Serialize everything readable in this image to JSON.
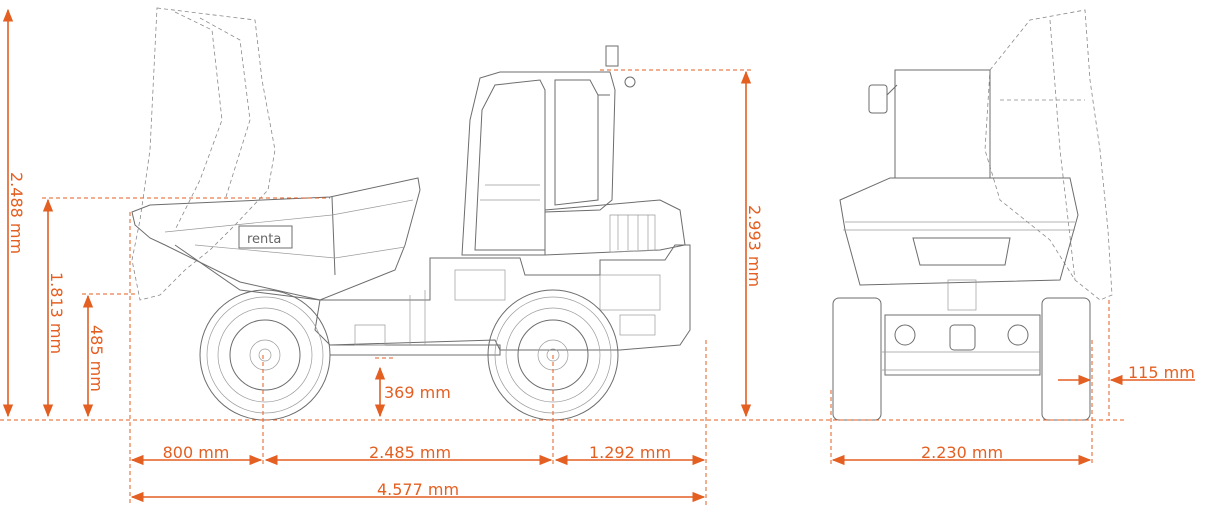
{
  "brand_logo": "renta",
  "dimensions": {
    "height_raised_bucket": "2.488 mm",
    "height_bucket_top": "1.813 mm",
    "dump_height": "485 mm",
    "ground_clearance": "369 mm",
    "overall_height": "2.993 mm",
    "front_overhang": "800 mm",
    "wheelbase": "2.485 mm",
    "rear_overhang": "1.292 mm",
    "overall_length": "4.577 mm",
    "overall_width": "2.230 mm",
    "side_dump_overhang": "115 mm"
  },
  "colors": {
    "dimension": "#e35f22",
    "drawing": "#6d6d6d"
  }
}
